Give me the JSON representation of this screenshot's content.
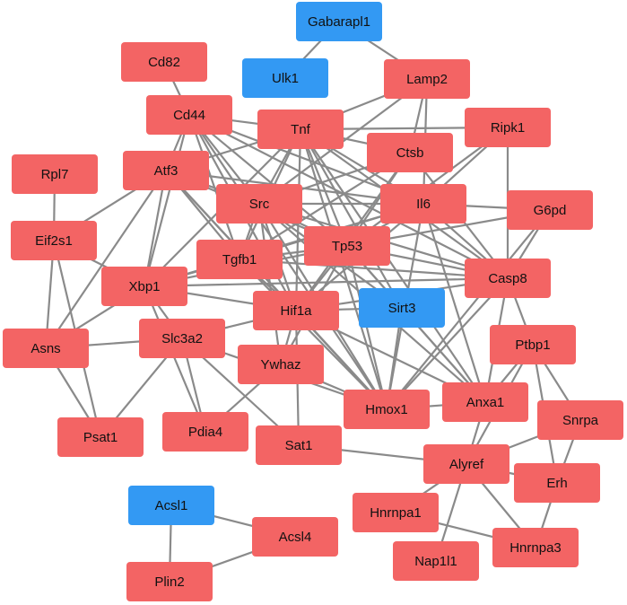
{
  "colors": {
    "red": "#f36464",
    "blue": "#3399f3",
    "edge": "#8a8a8a",
    "text": "#111111"
  },
  "nodes": [
    {
      "id": "Gabarapl1",
      "label": "Gabarapl1",
      "color": "blue"
    },
    {
      "id": "Ulk1",
      "label": "Ulk1",
      "color": "blue"
    },
    {
      "id": "Sirt3",
      "label": "Sirt3",
      "color": "blue"
    },
    {
      "id": "Acsl1",
      "label": "Acsl1",
      "color": "blue"
    },
    {
      "id": "Cd82",
      "label": "Cd82",
      "color": "red"
    },
    {
      "id": "Lamp2",
      "label": "Lamp2",
      "color": "red"
    },
    {
      "id": "Cd44",
      "label": "Cd44",
      "color": "red"
    },
    {
      "id": "Tnf",
      "label": "Tnf",
      "color": "red"
    },
    {
      "id": "Ripk1",
      "label": "Ripk1",
      "color": "red"
    },
    {
      "id": "Ctsb",
      "label": "Ctsb",
      "color": "red"
    },
    {
      "id": "Rpl7",
      "label": "Rpl7",
      "color": "red"
    },
    {
      "id": "Atf3",
      "label": "Atf3",
      "color": "red"
    },
    {
      "id": "Src",
      "label": "Src",
      "color": "red"
    },
    {
      "id": "Il6",
      "label": "Il6",
      "color": "red"
    },
    {
      "id": "G6pd",
      "label": "G6pd",
      "color": "red"
    },
    {
      "id": "Eif2s1",
      "label": "Eif2s1",
      "color": "red"
    },
    {
      "id": "Tgfb1",
      "label": "Tgfb1",
      "color": "red"
    },
    {
      "id": "Tp53",
      "label": "Tp53",
      "color": "red"
    },
    {
      "id": "Casp8",
      "label": "Casp8",
      "color": "red"
    },
    {
      "id": "Xbp1",
      "label": "Xbp1",
      "color": "red"
    },
    {
      "id": "Hif1a",
      "label": "Hif1a",
      "color": "red"
    },
    {
      "id": "Asns",
      "label": "Asns",
      "color": "red"
    },
    {
      "id": "Slc3a2",
      "label": "Slc3a2",
      "color": "red"
    },
    {
      "id": "Ywhaz",
      "label": "Ywhaz",
      "color": "red"
    },
    {
      "id": "Ptbp1",
      "label": "Ptbp1",
      "color": "red"
    },
    {
      "id": "Hmox1",
      "label": "Hmox1",
      "color": "red"
    },
    {
      "id": "Anxa1",
      "label": "Anxa1",
      "color": "red"
    },
    {
      "id": "Snrpa",
      "label": "Snrpa",
      "color": "red"
    },
    {
      "id": "Psat1",
      "label": "Psat1",
      "color": "red"
    },
    {
      "id": "Pdia4",
      "label": "Pdia4",
      "color": "red"
    },
    {
      "id": "Sat1",
      "label": "Sat1",
      "color": "red"
    },
    {
      "id": "Alyref",
      "label": "Alyref",
      "color": "red"
    },
    {
      "id": "Erh",
      "label": "Erh",
      "color": "red"
    },
    {
      "id": "Hnrnpa1",
      "label": "Hnrnpa1",
      "color": "red"
    },
    {
      "id": "Acsl4",
      "label": "Acsl4",
      "color": "red"
    },
    {
      "id": "Hnrnpa3",
      "label": "Hnrnpa3",
      "color": "red"
    },
    {
      "id": "Nap1l1",
      "label": "Nap1l1",
      "color": "red"
    },
    {
      "id": "Plin2",
      "label": "Plin2",
      "color": "red"
    }
  ],
  "edges": [
    [
      "Gabarapl1",
      "Ulk1"
    ],
    [
      "Gabarapl1",
      "Lamp2"
    ],
    [
      "Cd82",
      "Cd44"
    ],
    [
      "Lamp2",
      "Tnf"
    ],
    [
      "Lamp2",
      "Ctsb"
    ],
    [
      "Lamp2",
      "Src"
    ],
    [
      "Lamp2",
      "Il6"
    ],
    [
      "Cd44",
      "Tnf"
    ],
    [
      "Cd44",
      "Atf3"
    ],
    [
      "Cd44",
      "Src"
    ],
    [
      "Cd44",
      "Il6"
    ],
    [
      "Cd44",
      "Tgfb1"
    ],
    [
      "Cd44",
      "Tp53"
    ],
    [
      "Cd44",
      "Hif1a"
    ],
    [
      "Cd44",
      "Xbp1"
    ],
    [
      "Cd44",
      "Casp8"
    ],
    [
      "Cd44",
      "Hmox1"
    ],
    [
      "Tnf",
      "Ripk1"
    ],
    [
      "Tnf",
      "Ctsb"
    ],
    [
      "Tnf",
      "Src"
    ],
    [
      "Tnf",
      "Il6"
    ],
    [
      "Tnf",
      "Tp53"
    ],
    [
      "Tnf",
      "Casp8"
    ],
    [
      "Tnf",
      "Hif1a"
    ],
    [
      "Tnf",
      "Tgfb1"
    ],
    [
      "Tnf",
      "Atf3"
    ],
    [
      "Tnf",
      "Hmox1"
    ],
    [
      "Tnf",
      "Sirt3"
    ],
    [
      "Tnf",
      "Anxa1"
    ],
    [
      "Tnf",
      "Xbp1"
    ],
    [
      "Ripk1",
      "Casp8"
    ],
    [
      "Ripk1",
      "Il6"
    ],
    [
      "Ripk1",
      "Tp53"
    ],
    [
      "Ctsb",
      "Casp8"
    ],
    [
      "Ctsb",
      "Tp53"
    ],
    [
      "Ctsb",
      "Src"
    ],
    [
      "Ctsb",
      "Hif1a"
    ],
    [
      "Ctsb",
      "Tgfb1"
    ],
    [
      "Atf3",
      "Src"
    ],
    [
      "Atf3",
      "Tp53"
    ],
    [
      "Atf3",
      "Hif1a"
    ],
    [
      "Atf3",
      "Xbp1"
    ],
    [
      "Atf3",
      "Asns"
    ],
    [
      "Atf3",
      "Il6"
    ],
    [
      "Atf3",
      "Tgfb1"
    ],
    [
      "Atf3",
      "Eif2s1"
    ],
    [
      "Atf3",
      "Hmox1"
    ],
    [
      "Src",
      "Il6"
    ],
    [
      "Src",
      "Tp53"
    ],
    [
      "Src",
      "Tgfb1"
    ],
    [
      "Src",
      "Hif1a"
    ],
    [
      "Src",
      "Casp8"
    ],
    [
      "Src",
      "Sirt3"
    ],
    [
      "Src",
      "Ywhaz"
    ],
    [
      "Src",
      "Anxa1"
    ],
    [
      "Src",
      "Hmox1"
    ],
    [
      "Il6",
      "G6pd"
    ],
    [
      "Il6",
      "Tp53"
    ],
    [
      "Il6",
      "Casp8"
    ],
    [
      "Il6",
      "Hif1a"
    ],
    [
      "Il6",
      "Tgfb1"
    ],
    [
      "Il6",
      "Hmox1"
    ],
    [
      "Il6",
      "Anxa1"
    ],
    [
      "Il6",
      "Xbp1"
    ],
    [
      "G6pd",
      "Casp8"
    ],
    [
      "G6pd",
      "Tp53"
    ],
    [
      "G6pd",
      "Hmox1"
    ],
    [
      "Eif2s1",
      "Xbp1"
    ],
    [
      "Eif2s1",
      "Asns"
    ],
    [
      "Eif2s1",
      "Psat1"
    ],
    [
      "Rpl7",
      "Eif2s1"
    ],
    [
      "Tgfb1",
      "Tp53"
    ],
    [
      "Tgfb1",
      "Hif1a"
    ],
    [
      "Tgfb1",
      "Xbp1"
    ],
    [
      "Tgfb1",
      "Casp8"
    ],
    [
      "Tgfb1",
      "Hmox1"
    ],
    [
      "Tp53",
      "Casp8"
    ],
    [
      "Tp53",
      "Hif1a"
    ],
    [
      "Tp53",
      "Sirt3"
    ],
    [
      "Tp53",
      "Hmox1"
    ],
    [
      "Tp53",
      "Anxa1"
    ],
    [
      "Tp53",
      "Ywhaz"
    ],
    [
      "Tp53",
      "Xbp1"
    ],
    [
      "Casp8",
      "Hif1a"
    ],
    [
      "Casp8",
      "Anxa1"
    ],
    [
      "Casp8",
      "Hmox1"
    ],
    [
      "Casp8",
      "Ptbp1"
    ],
    [
      "Xbp1",
      "Asns"
    ],
    [
      "Xbp1",
      "Slc3a2"
    ],
    [
      "Xbp1",
      "Hif1a"
    ],
    [
      "Xbp1",
      "Pdia4"
    ],
    [
      "Xbp1",
      "Casp8"
    ],
    [
      "Hif1a",
      "Sirt3"
    ],
    [
      "Hif1a",
      "Hmox1"
    ],
    [
      "Hif1a",
      "Sat1"
    ],
    [
      "Hif1a",
      "Ywhaz"
    ],
    [
      "Hif1a",
      "Slc3a2"
    ],
    [
      "Hif1a",
      "Anxa1"
    ],
    [
      "Asns",
      "Slc3a2"
    ],
    [
      "Asns",
      "Psat1"
    ],
    [
      "Slc3a2",
      "Psat1"
    ],
    [
      "Slc3a2",
      "Pdia4"
    ],
    [
      "Slc3a2",
      "Sat1"
    ],
    [
      "Slc3a2",
      "Hmox1"
    ],
    [
      "Ywhaz",
      "Pdia4"
    ],
    [
      "Ywhaz",
      "Hmox1"
    ],
    [
      "Sirt3",
      "Hmox1"
    ],
    [
      "Sirt3",
      "Anxa1"
    ],
    [
      "Hmox1",
      "Anxa1"
    ],
    [
      "Anxa1",
      "Alyref"
    ],
    [
      "Ptbp1",
      "Snrpa"
    ],
    [
      "Ptbp1",
      "Alyref"
    ],
    [
      "Ptbp1",
      "Erh"
    ],
    [
      "Ptbp1",
      "Anxa1"
    ],
    [
      "Snrpa",
      "Alyref"
    ],
    [
      "Snrpa",
      "Erh"
    ],
    [
      "Sat1",
      "Alyref"
    ],
    [
      "Alyref",
      "Hnrnpa1"
    ],
    [
      "Alyref",
      "Hnrnpa3"
    ],
    [
      "Alyref",
      "Nap1l1"
    ],
    [
      "Alyref",
      "Erh"
    ],
    [
      "Erh",
      "Hnrnpa3"
    ],
    [
      "Hnrnpa1",
      "Hnrnpa3"
    ],
    [
      "Acsl1",
      "Acsl4"
    ],
    [
      "Acsl1",
      "Plin2"
    ],
    [
      "Acsl4",
      "Plin2"
    ]
  ]
}
